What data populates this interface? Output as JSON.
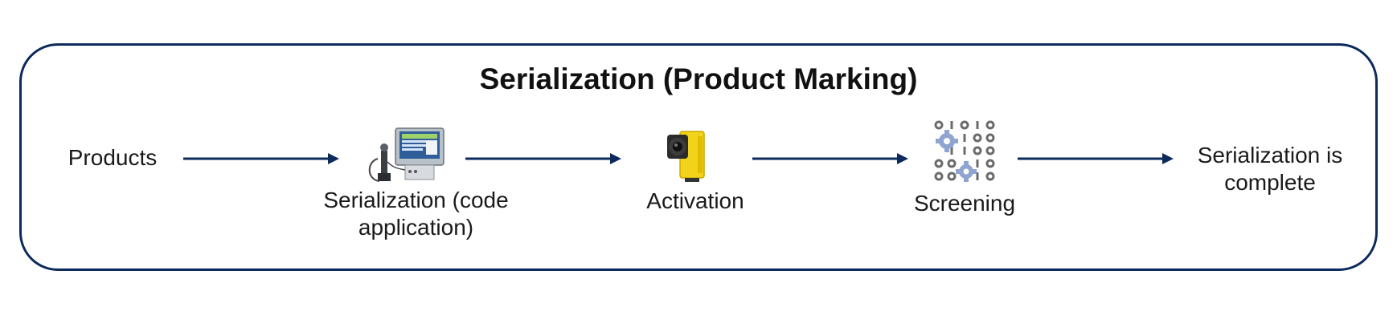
{
  "diagram": {
    "title": "Serialization (Product Marking)",
    "nodes": [
      {
        "id": "products",
        "label": "Products",
        "icon": null
      },
      {
        "id": "serialization",
        "label": "Serialization (code application)",
        "icon": "printer-terminal-icon"
      },
      {
        "id": "activation",
        "label": "Activation",
        "icon": "camera-icon"
      },
      {
        "id": "screening",
        "label": "Screening",
        "icon": "binary-gears-icon"
      },
      {
        "id": "complete",
        "label": "Serialization is complete",
        "icon": null
      }
    ],
    "edges": [
      {
        "from": "products",
        "to": "serialization"
      },
      {
        "from": "serialization",
        "to": "activation"
      },
      {
        "from": "activation",
        "to": "screening"
      },
      {
        "from": "screening",
        "to": "complete"
      }
    ],
    "colors": {
      "border": "#0d2a5c",
      "arrow": "#0d2a5c",
      "camera": "#f2d21b",
      "gear": "#8fa4cf"
    }
  }
}
